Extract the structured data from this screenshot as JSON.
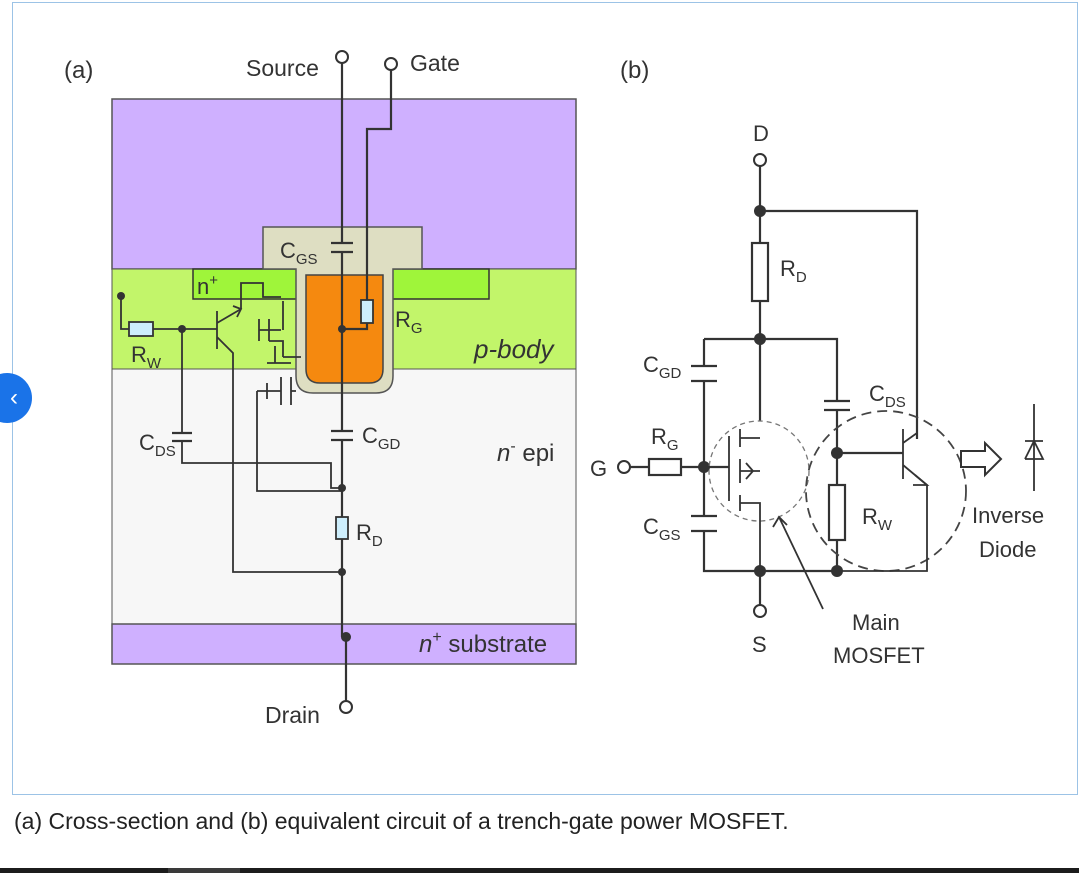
{
  "panel_a": {
    "label": "(a)",
    "terminals": {
      "source": "Source",
      "gate": "Gate",
      "drain": "Drain"
    },
    "regions": {
      "n_plus": "n",
      "n_plus_sup": "+",
      "p_body": "p-body",
      "n_epi_base": "n",
      "n_epi_sup": "-",
      "n_epi_rest": " epi",
      "n_substrate_base": "n",
      "n_substrate_sup": "+",
      "n_substrate_rest": " substrate"
    },
    "components": {
      "cgs": {
        "base": "C",
        "sub": "GS"
      },
      "cgd": {
        "base": "C",
        "sub": "GD"
      },
      "cds": {
        "base": "C",
        "sub": "DS"
      },
      "rg": {
        "base": "R",
        "sub": "G"
      },
      "rd": {
        "base": "R",
        "sub": "D"
      },
      "rw": {
        "base": "R",
        "sub": "W"
      }
    },
    "colors": {
      "metal": "#cfb0ff",
      "p_body": "#c2f56a",
      "n_plus": "#9ff53a",
      "n_epi": "#f7f7f7",
      "gate_poly": "#f5890f",
      "gate_oxide": "#dedec2",
      "n_substrate": "#cfb0ff"
    }
  },
  "panel_b": {
    "label": "(b)",
    "terminals": {
      "d": "D",
      "s": "S",
      "g": "G"
    },
    "components": {
      "rd": {
        "base": "R",
        "sub": "D"
      },
      "rg": {
        "base": "R",
        "sub": "G"
      },
      "cgd": {
        "base": "C",
        "sub": "GD"
      },
      "cgs": {
        "base": "C",
        "sub": "GS"
      },
      "cds": {
        "base": "C",
        "sub": "DS"
      },
      "rw": {
        "base": "R",
        "sub": "W"
      }
    },
    "annotations": {
      "main_line1": "Main",
      "main_line2": "MOSFET",
      "inverse_line1": "Inverse",
      "inverse_line2": "Diode"
    }
  },
  "caption": "(a) Cross-section and (b) equivalent circuit of a trench-gate power MOSFET."
}
